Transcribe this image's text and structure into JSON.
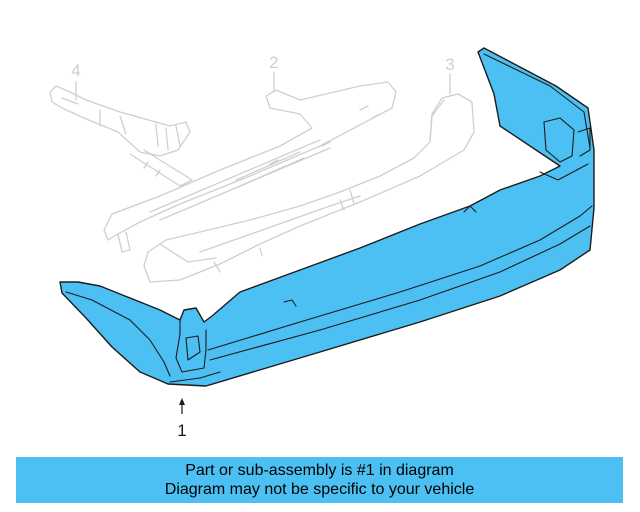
{
  "diagram": {
    "callouts": {
      "part_1": "1",
      "part_2": "2",
      "part_3": "3",
      "part_4": "4"
    },
    "colors": {
      "highlight": "#4cc0f2",
      "ghost": "#cfcfcf",
      "outline": "#1c1c1c"
    }
  },
  "banner": {
    "line1": "Part or sub-assembly is #1 in diagram",
    "line2": "Diagram may not be specific to your vehicle",
    "background": "#4cc0f2"
  }
}
